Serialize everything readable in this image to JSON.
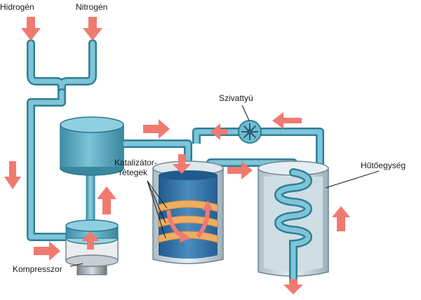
{
  "labels": {
    "hydrogen": "Hidrogén",
    "nitrogen": "Nitrogén",
    "pump": "Szivattyú",
    "catalyst_line1": "Katalizátor-",
    "catalyst_line2": "rétegek",
    "cooler": "Hűtőegység",
    "compressor": "Kompresszor"
  },
  "colors": {
    "pipe": "#5fb3c9",
    "pipe_dark": "#2f7f98",
    "arrow": "#f07a70",
    "catalyst": "#e9a35a",
    "vessel_inner": "#2e6fa6",
    "vessel_light": "#c9dce6",
    "metal": "#9aa3a8"
  },
  "icons": [
    "flow-arrow-icon",
    "pump-icon",
    "coil-icon"
  ]
}
